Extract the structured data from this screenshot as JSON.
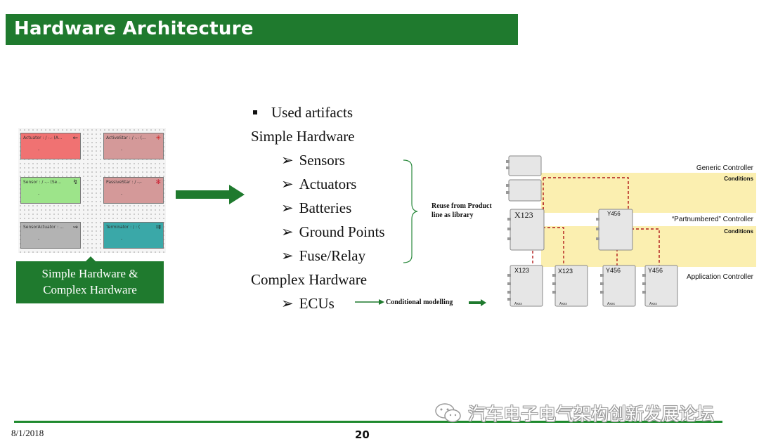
{
  "slide": {
    "title": "Hardware Architecture",
    "footer_date": "8/1/2018",
    "page_number": "20",
    "watermark": "汽车电子电气架构创新发展论坛"
  },
  "palette": {
    "boxes": [
      {
        "label": "Actuator : / -.- (A...",
        "dash": "-",
        "color": "#f07272",
        "icon": "actuator-icon"
      },
      {
        "label": "ActiveStar : / -.- (...",
        "dash": "-",
        "color": "#d49999",
        "icon": "active-star-icon"
      },
      {
        "label": "Sensor : / -.- (Se...",
        "dash": "-",
        "color": "#9de48a",
        "icon": "sensor-icon"
      },
      {
        "label": "PassiveStar : / -.-",
        "dash": "-",
        "color": "#d49999",
        "icon": "passive-star-icon"
      },
      {
        "label": "SensorActuator : ...",
        "dash": "-",
        "color": "#b3b3b3",
        "icon": "sensor-actuator-icon"
      },
      {
        "label": "Terminator : / : (",
        "dash": "-",
        "color": "#3aa8a8",
        "icon": "terminator-icon"
      }
    ],
    "caption": "Simple Hardware &\nComplex Hardware"
  },
  "content": {
    "used_artifacts": "Used artifacts",
    "simple_hardware": "Simple Hardware",
    "simple_items": [
      "Sensors",
      "Actuators",
      "Batteries",
      "Ground Points",
      "Fuse/Relay"
    ],
    "complex_hardware": "Complex Hardware",
    "complex_items": [
      "ECUs"
    ],
    "reuse_note": "Reuse from Product\nline as library",
    "conditional_note": "Conditional modelling"
  },
  "diagram": {
    "band_labels": [
      {
        "title": "Generic Controller",
        "sub": "Conditions"
      },
      {
        "title": "“Partnumbered” Controller",
        "sub": "Conditions"
      },
      {
        "title": "Application Controller",
        "sub": ""
      }
    ],
    "mid_ecus": [
      "X123",
      "Y456"
    ],
    "app_ecus": [
      "X123",
      "X123",
      "Y456",
      "Y456"
    ],
    "footer_tag": "Axxx",
    "colors": {
      "band": "#fbefb0",
      "connector": "#b01818",
      "ecu": "#e6e6e6"
    }
  },
  "colors": {
    "title_bar": "#1f7a2e",
    "arrow": "#1f7a2e",
    "footer_line": "#1f8a2e"
  }
}
